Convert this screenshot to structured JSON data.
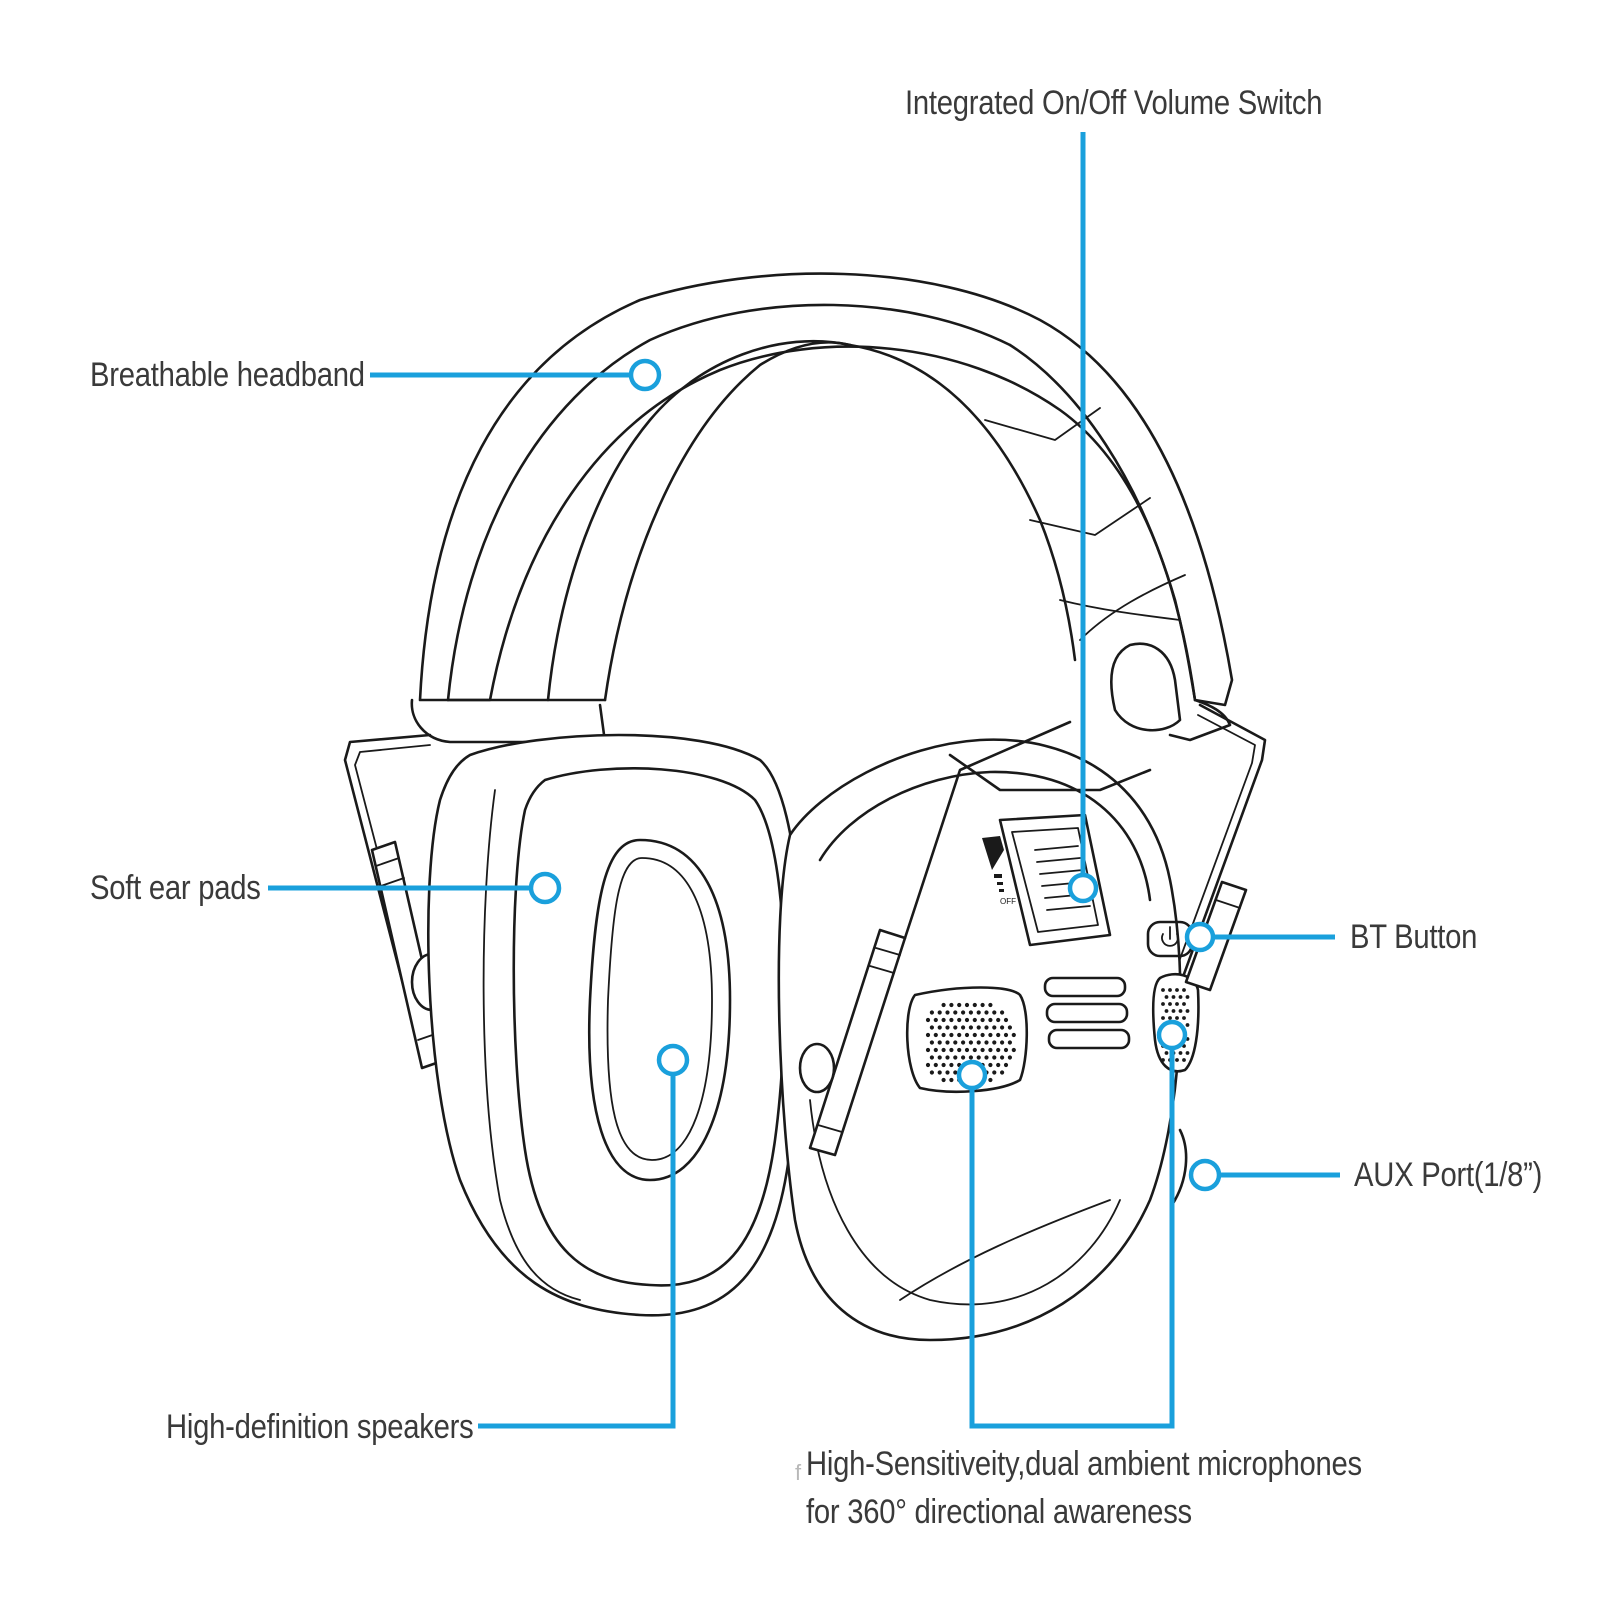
{
  "callouts": {
    "volume_switch": "Integrated On/Off Volume Switch",
    "headband": "Breathable headband",
    "ear_pads": "Soft ear pads",
    "bt_button": "BT Button",
    "aux_port": "AUX Port(1/8”)",
    "speakers": "High-definition speakers",
    "microphones_line1": "High-Sensitiveity,dual ambient microphones",
    "microphones_line2": "for 360° directional awareness"
  },
  "device_markings": {
    "off_text": "OFF",
    "stray_char": "f"
  },
  "colors": {
    "leader": "#1aa0dc",
    "outline": "#1a1a1a",
    "label_text": "#3a3a3a",
    "background": "#ffffff"
  },
  "icons": {
    "power": "power-icon"
  }
}
